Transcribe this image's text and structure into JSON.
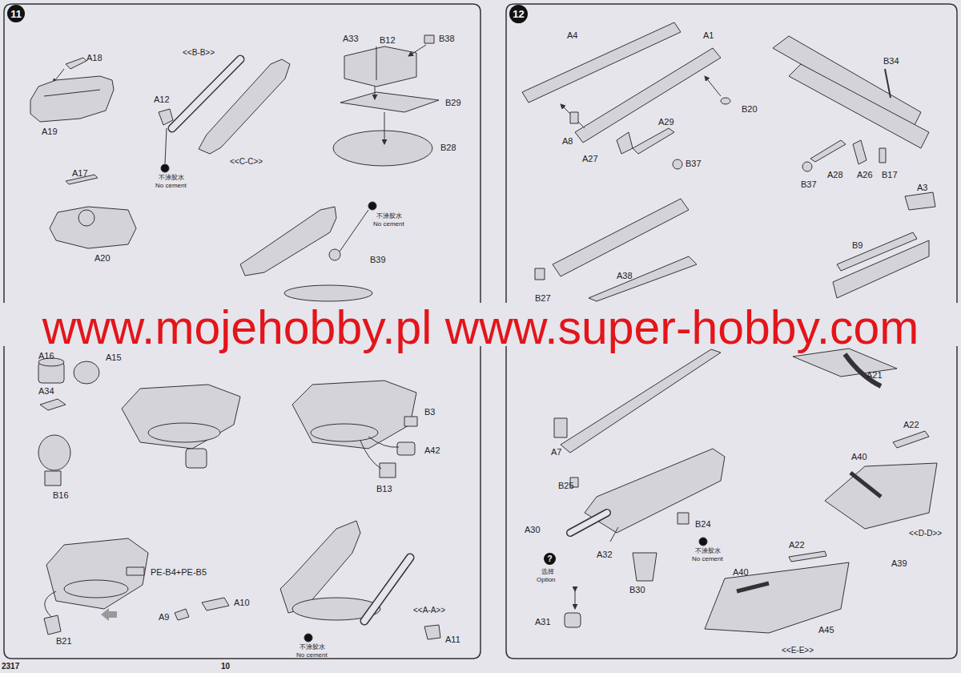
{
  "diagram": {
    "nodes": [
      {
        "text": [
          "11"
        ]
      },
      {
        "text": [
          "12"
        ]
      },
      {
        "text": [
          "?"
        ]
      }
    ],
    "labels": [
      "A18",
      "A19",
      "<<B-B>>",
      "A12",
      "不涂胶水",
      "No cement",
      "<<C-C>>",
      "A33",
      "B12",
      "B38",
      "B29",
      "B28",
      "A17",
      "A20",
      "不涂胶水",
      "No cement",
      "B39",
      "A16",
      "A15",
      "A34",
      "B16",
      "B3",
      "A42",
      "B13",
      "PE-B4+PE-B5",
      "A9",
      "A10",
      "B21",
      "<<A-A>>",
      "A11",
      "不涂胶水",
      "No cement",
      "2317",
      "10",
      "A4",
      "A1",
      "B20",
      "A8",
      "A29",
      "A27",
      "B37",
      "B34",
      "A28",
      "A26",
      "B17",
      "B37",
      "A3",
      "B9",
      "A38",
      "B27",
      "A7",
      "A21",
      "A22",
      "A40",
      "B25",
      "A30",
      "B24",
      "A32",
      "不涂胶水",
      "No cement",
      "<<D-D>>",
      "A39",
      "选择",
      "Option",
      "B30",
      "A22",
      "A40",
      "A31",
      "A45",
      "<<E-E>>",
      "www.mojehobby.pl www.super-hobby.com"
    ]
  }
}
